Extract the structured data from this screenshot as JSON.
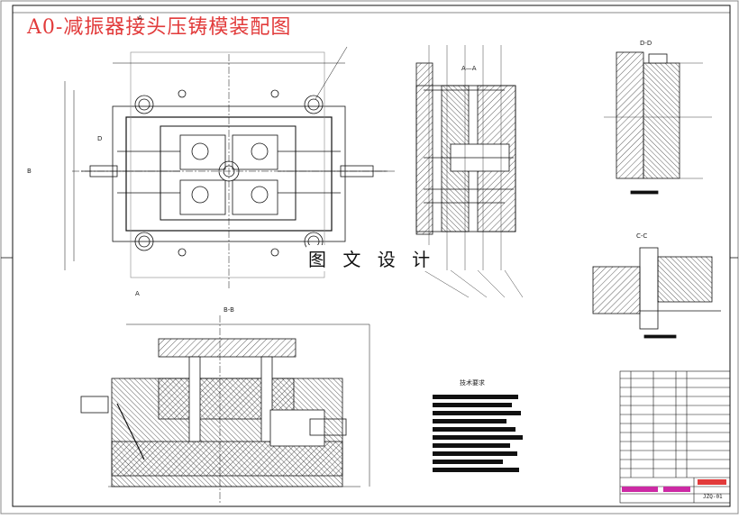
{
  "drawing": {
    "title": "A0-减振器接头压铸模装配图",
    "watermark": "图 文 设 计",
    "colors": {
      "title": "#e23b3b",
      "line": "#111111",
      "hatch": "#333333",
      "red": "#e23b3b",
      "magenta": "#cc2aa4"
    }
  },
  "views": {
    "section_a": "A",
    "section_b": "B",
    "section_d_left": "D",
    "section_a_top": "A—A",
    "section_bb": "B-B",
    "detail_dd": "D-D",
    "detail_cc": "C-C"
  },
  "tech_requirements": {
    "title": "技术要求"
  },
  "title_block": {
    "code": "JZQ-01"
  }
}
